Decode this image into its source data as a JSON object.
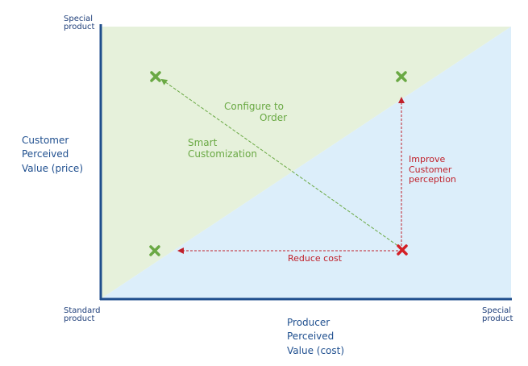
{
  "y_axis": {
    "top_label": [
      "Special",
      "product"
    ],
    "title": [
      "Customer",
      "Perceived",
      "Value (price)"
    ]
  },
  "x_axis": {
    "origin_label": [
      "Standard",
      "product"
    ],
    "right_label": [
      "Special",
      "product"
    ],
    "title": [
      "Producer",
      "Perceived",
      "Value (cost)"
    ]
  },
  "annotations": {
    "configure_to_order": [
      "Configure to",
      "Order"
    ],
    "smart_customization": [
      "Smart",
      "Customization"
    ],
    "improve_customer_perception": [
      "Improve",
      "Customer",
      "perception"
    ],
    "reduce_cost": "Reduce cost"
  },
  "colors": {
    "upper_region": "#e6f1db",
    "lower_region": "#dceefa",
    "axis": "#1f4e8c",
    "green_marker": "#6aa944",
    "red_marker": "#d42026"
  },
  "markers": [
    {
      "name": "special-product-green-marker",
      "color": "green"
    },
    {
      "name": "customized-green-marker",
      "color": "green"
    },
    {
      "name": "standard-green-marker",
      "color": "green"
    },
    {
      "name": "current-position-red-marker",
      "color": "red"
    }
  ]
}
